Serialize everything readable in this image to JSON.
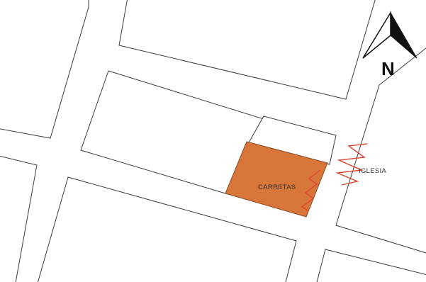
{
  "map": {
    "north_arrow": {
      "icon": "north-arrow-icon",
      "label": "N"
    },
    "labels": {
      "site": "CARRETAS",
      "landmark": "IGLESIA"
    },
    "colors": {
      "site_fill": "#d8763a",
      "zigzag": "#e0442e",
      "block_stroke": "#3a3a3a",
      "background": "#ffffff",
      "label_text": "#333333"
    }
  }
}
